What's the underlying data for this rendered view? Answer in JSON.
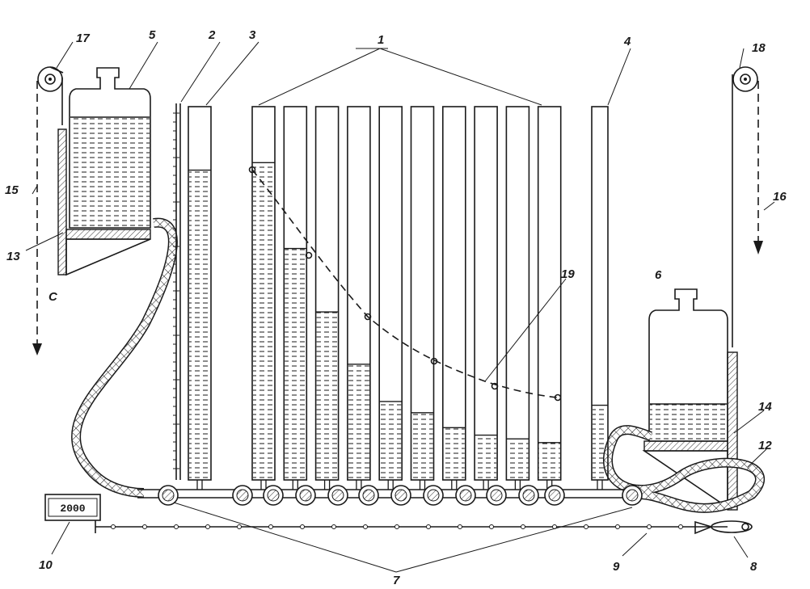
{
  "labels": {
    "l1": "1",
    "l2": "2",
    "l3": "3",
    "l4": "4",
    "l5": "5",
    "l6": "6",
    "l7": "7",
    "l8": "8",
    "l9": "9",
    "l10": "10",
    "l12": "12",
    "l13": "13",
    "l14": "14",
    "l15": "15",
    "l16": "16",
    "l17": "17",
    "l18": "18",
    "l19": "19",
    "arrow_c": "C"
  },
  "counter": {
    "value": "2000"
  },
  "tubes": {
    "row_levels": [
      0.15,
      0.38,
      0.55,
      0.69,
      0.79,
      0.82,
      0.86,
      0.88,
      0.89,
      0.9
    ],
    "indicator_level": 0.17,
    "right_level": 0.8
  },
  "colors": {
    "ink": "#1a1a1a",
    "paper": "#ffffff"
  }
}
